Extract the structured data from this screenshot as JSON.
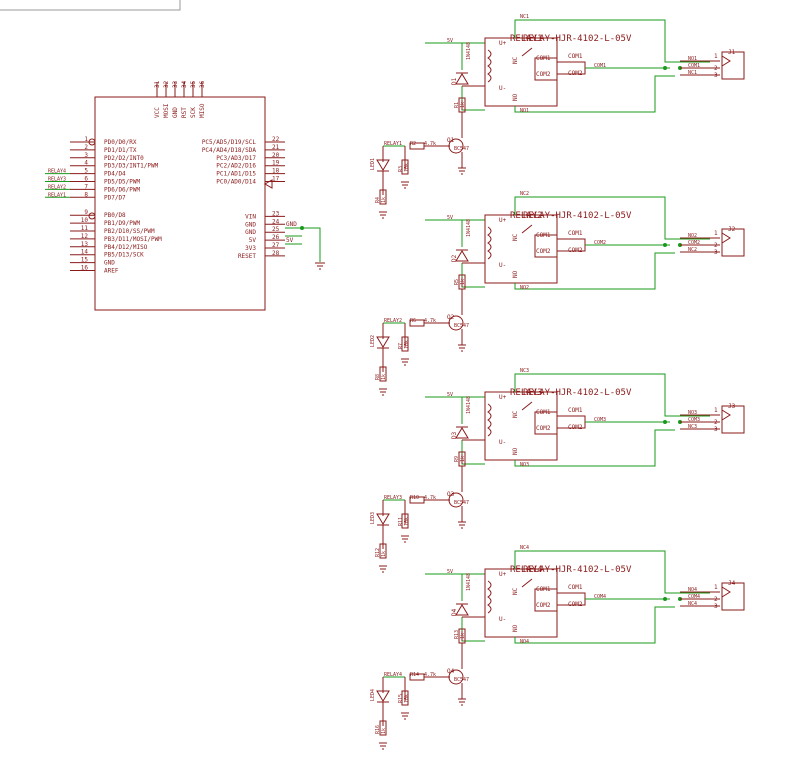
{
  "colors": {
    "part": "#8b1a1a",
    "net": "#1a9a1a",
    "text": "#8b1a1a",
    "junction": "#1a9a1a"
  },
  "mcu": {
    "top_pins": [
      {
        "num": "31",
        "name": "VCC"
      },
      {
        "num": "32",
        "name": "MOSI"
      },
      {
        "num": "33",
        "name": "GND"
      },
      {
        "num": "34",
        "name": "RST"
      },
      {
        "num": "35",
        "name": "SCK"
      },
      {
        "num": "36",
        "name": "MISO"
      }
    ],
    "left_pins": [
      {
        "num": "1",
        "name": "PD0/D0/RX",
        "net": ""
      },
      {
        "num": "2",
        "name": "PD1/D1/TX",
        "net": ""
      },
      {
        "num": "3",
        "name": "PD2/D2/INT0",
        "net": ""
      },
      {
        "num": "4",
        "name": "PD3/D3/INT1/PWM",
        "net": ""
      },
      {
        "num": "5",
        "name": "PD4/D4",
        "net": "RELAY4"
      },
      {
        "num": "6",
        "name": "PD5/D5/PWM",
        "net": "RELAY3"
      },
      {
        "num": "7",
        "name": "PD6/D6/PWM",
        "net": "RELAY2"
      },
      {
        "num": "8",
        "name": "PD7/D7",
        "net": "RELAY1"
      },
      {
        "num": "9",
        "name": "PB0/D8",
        "net": ""
      },
      {
        "num": "10",
        "name": "PB1/D9/PWM",
        "net": ""
      },
      {
        "num": "11",
        "name": "PB2/D10/SS/PWM",
        "net": ""
      },
      {
        "num": "12",
        "name": "PB3/D11/MOSI/PWM",
        "net": ""
      },
      {
        "num": "13",
        "name": "PB4/D12/MISO",
        "net": ""
      },
      {
        "num": "14",
        "name": "PB5/D13/SCK",
        "net": ""
      },
      {
        "num": "15",
        "name": "GND",
        "net": ""
      },
      {
        "num": "16",
        "name": "AREF",
        "net": ""
      }
    ],
    "right_pins": [
      {
        "num": "22",
        "name": "PC5/AD5/D19/SCL",
        "net": ""
      },
      {
        "num": "21",
        "name": "PC4/AD4/D18/SDA",
        "net": ""
      },
      {
        "num": "20",
        "name": "PC3/AD3/D17",
        "net": ""
      },
      {
        "num": "19",
        "name": "PC2/AD2/D16",
        "net": ""
      },
      {
        "num": "18",
        "name": "PC1/AD1/D15",
        "net": ""
      },
      {
        "num": "17",
        "name": "PC0/AD0/D14",
        "net": ""
      },
      {
        "num": "23",
        "name": "VIN",
        "net": ""
      },
      {
        "num": "24",
        "name": "GND",
        "net": "GND"
      },
      {
        "num": "25",
        "name": "GND",
        "net": ""
      },
      {
        "num": "26",
        "name": "5V",
        "net": "5V"
      },
      {
        "num": "27",
        "name": "3V3",
        "net": ""
      },
      {
        "num": "28",
        "name": "RESET",
        "net": ""
      }
    ]
  },
  "channels": [
    {
      "relay_ref": "RELAY1",
      "relay_part": "RELAY-HJR-4102-L-05V",
      "vcc": "5V",
      "vplus": "U+",
      "vminus": "U-",
      "nc_pin": "NC",
      "no_pin": "NO",
      "com1": "COM1",
      "com2": "COM2",
      "nc_net": "NC1",
      "no_net": "NO1",
      "com_net": "COM1",
      "diode": "D1",
      "diode_part": "1N4148",
      "transistor": "Q1",
      "transistor_part": "BC547",
      "r_collector": "R1",
      "r_collector_val": "1k",
      "r_base": "R2",
      "r_base_val": "4.7k",
      "r_pulldown": "R3",
      "r_pulldown_val": "10k",
      "led": "LED1",
      "r_led": "R4",
      "r_led_val": "1k",
      "input_net": "RELAY1",
      "connector": "J1",
      "pins": [
        "1",
        "2",
        "3"
      ]
    },
    {
      "relay_ref": "RELAY2",
      "relay_part": "RELAY-HJR-4102-L-05V",
      "vcc": "5V",
      "vplus": "U+",
      "vminus": "U-",
      "nc_pin": "NC",
      "no_pin": "NO",
      "com1": "COM1",
      "com2": "COM2",
      "nc_net": "NC2",
      "no_net": "NO2",
      "com_net": "COM2",
      "diode": "D2",
      "diode_part": "1N4148",
      "transistor": "Q2",
      "transistor_part": "BC547",
      "r_collector": "R5",
      "r_collector_val": "1k",
      "r_base": "R6",
      "r_base_val": "4.7k",
      "r_pulldown": "R7",
      "r_pulldown_val": "10k",
      "led": "LED2",
      "r_led": "R8",
      "r_led_val": "1k",
      "input_net": "RELAY2",
      "connector": "J2",
      "pins": [
        "1",
        "2",
        "3"
      ]
    },
    {
      "relay_ref": "RELAY3",
      "relay_part": "RELAY-HJR-4102-L-05V",
      "vcc": "5V",
      "vplus": "U+",
      "vminus": "U-",
      "nc_pin": "NC",
      "no_pin": "NO",
      "com1": "COM1",
      "com2": "COM2",
      "nc_net": "NC3",
      "no_net": "NO3",
      "com_net": "COM3",
      "diode": "D3",
      "diode_part": "1N4148",
      "transistor": "Q3",
      "transistor_part": "BC547",
      "r_collector": "R9",
      "r_collector_val": "1k",
      "r_base": "R10",
      "r_base_val": "4.7k",
      "r_pulldown": "R11",
      "r_pulldown_val": "10k",
      "led": "LED3",
      "r_led": "R12",
      "r_led_val": "1k",
      "input_net": "RELAY3",
      "connector": "J3",
      "pins": [
        "1",
        "2",
        "3"
      ]
    },
    {
      "relay_ref": "RELAY4",
      "relay_part": "RELAY-HJR-4102-L-05V",
      "vcc": "5V",
      "vplus": "U+",
      "vminus": "U-",
      "nc_pin": "NC",
      "no_pin": "NO",
      "com1": "COM1",
      "com2": "COM2",
      "nc_net": "NC4",
      "no_net": "NO4",
      "com_net": "COM4",
      "diode": "D4",
      "diode_part": "1N4148",
      "transistor": "Q4",
      "transistor_part": "BC547",
      "r_collector": "R13",
      "r_collector_val": "1k",
      "r_base": "R14",
      "r_base_val": "4.7k",
      "r_pulldown": "R15",
      "r_pulldown_val": "10k",
      "led": "LED4",
      "r_led": "R16",
      "r_led_val": "1k",
      "input_net": "RELAY4",
      "connector": "J4",
      "pins": [
        "1",
        "2",
        "3"
      ]
    }
  ]
}
